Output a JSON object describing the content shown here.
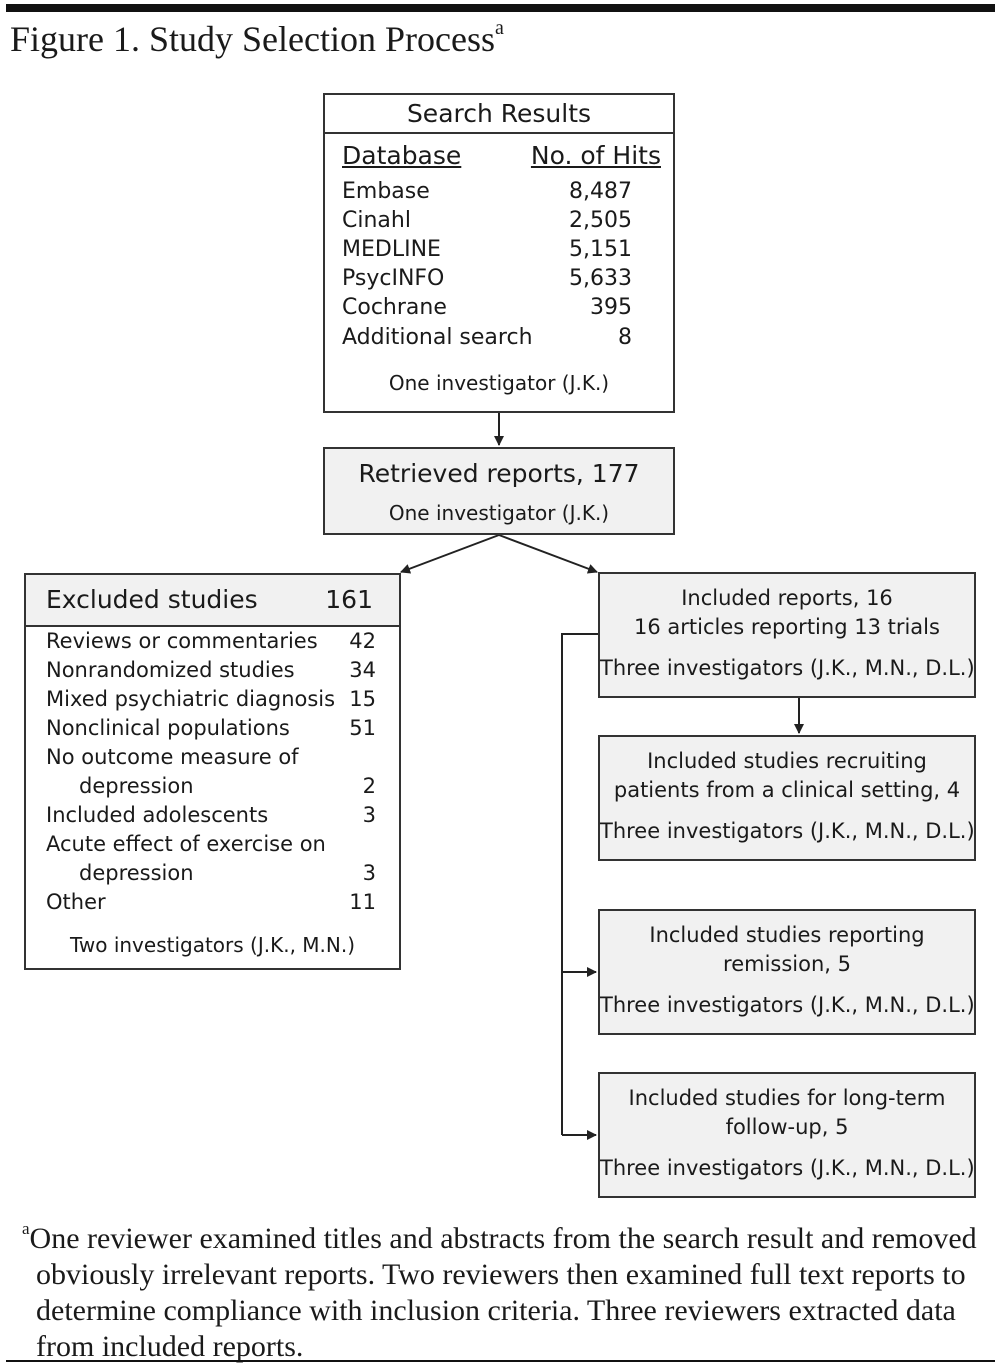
{
  "figure": {
    "title": "Figure 1. Study Selection Process",
    "title_marker": "a"
  },
  "search": {
    "title": "Search Results",
    "col_database": "Database",
    "col_hits": "No. of Hits",
    "rows": [
      {
        "name": "Embase",
        "hits": "8,487"
      },
      {
        "name": "Cinahl",
        "hits": "2,505"
      },
      {
        "name": "MEDLINE",
        "hits": "5,151"
      },
      {
        "name": "PsycINFO",
        "hits": "5,633"
      },
      {
        "name": "Cochrane",
        "hits": "395"
      },
      {
        "name": "Additional search",
        "hits": "8"
      }
    ],
    "investigator": "One investigator (J.K.)"
  },
  "retrieved": {
    "title": "Retrieved reports, 177",
    "investigator": "One investigator (J.K.)"
  },
  "excluded": {
    "title": "Excluded studies",
    "total": "161",
    "rows": [
      {
        "name": "Reviews or commentaries",
        "count": "42"
      },
      {
        "name": "Nonrandomized studies",
        "count": "34"
      },
      {
        "name": "Mixed psychiatric diagnosis",
        "count": "15"
      },
      {
        "name": "Nonclinical populations",
        "count": "51"
      },
      {
        "name": "No outcome measure of",
        "count": ""
      },
      {
        "name": "depression",
        "count": "2"
      },
      {
        "name": "Included adolescents",
        "count": "3"
      },
      {
        "name": "Acute effect of exercise on",
        "count": ""
      },
      {
        "name": "depression",
        "count": "3"
      },
      {
        "name": "Other",
        "count": "11"
      }
    ],
    "investigator": "Two investigators (J.K., M.N.)"
  },
  "included": {
    "line1": "Included reports, 16",
    "line2": "16 articles reporting 13 trials",
    "investigator": "Three investigators (J.K., M.N., D.L.)"
  },
  "clinical": {
    "line1": "Included studies recruiting",
    "line2": "patients from a clinical setting, 4",
    "investigator": "Three investigators (J.K., M.N., D.L.)"
  },
  "remission": {
    "line1": "Included studies reporting",
    "line2": "remission, 5",
    "investigator": "Three investigators (J.K., M.N., D.L.)"
  },
  "longterm": {
    "line1": "Included studies for long-term",
    "line2": "follow-up, 5",
    "investigator": "Three investigators (J.K., M.N., D.L.)"
  },
  "footnote": {
    "marker": "a",
    "text": "One reviewer examined titles and abstracts from the search result and removed obviously irrelevant reports. Two reviewers then examined full text reports to determine compliance with inclusion criteria. Three reviewers extracted data from included reports."
  }
}
